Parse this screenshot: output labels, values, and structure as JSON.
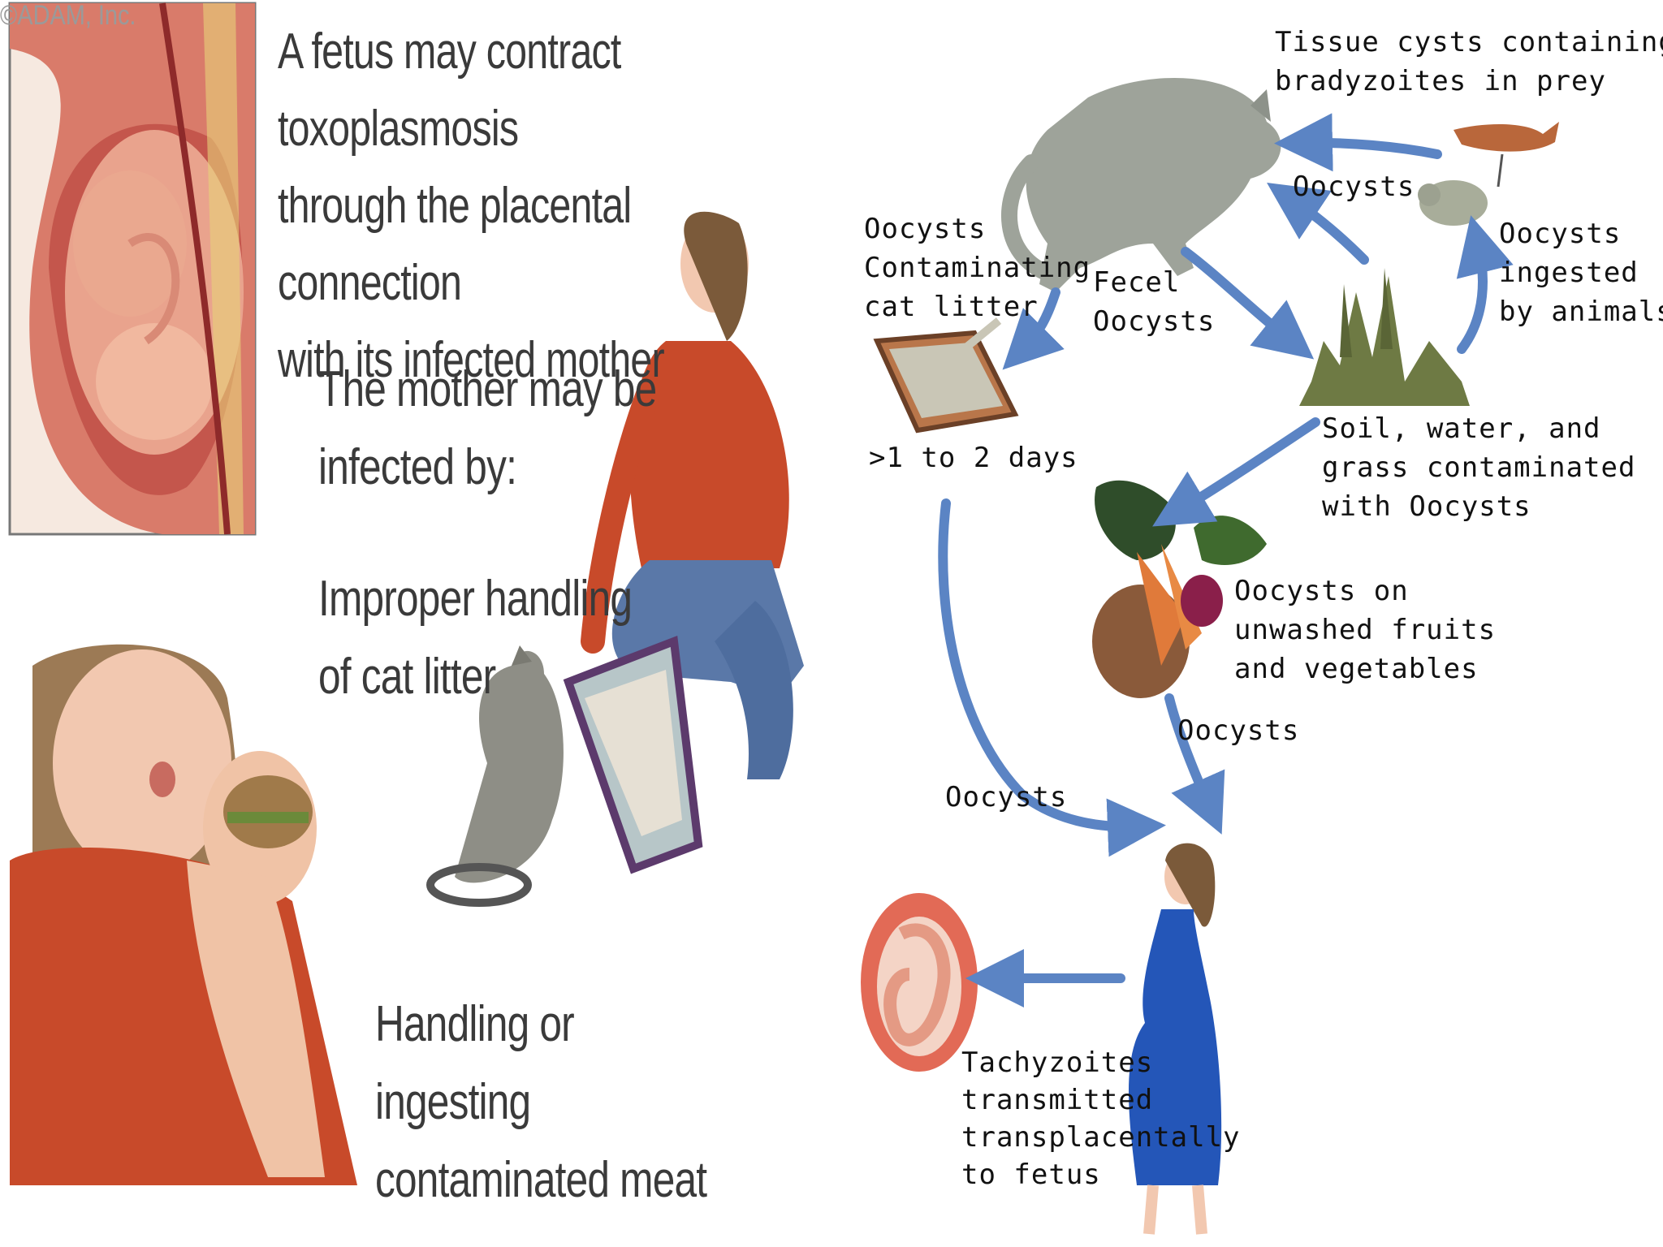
{
  "left_panel": {
    "headline_lines": [
      "A fetus may contract toxoplasmosis",
      "through the placental connection",
      "with its infected mother"
    ],
    "infected_by_lines": [
      "The mother may be",
      "infected by:"
    ],
    "cat_litter_lines": [
      "Improper handling",
      "of cat litter"
    ],
    "meat_lines": [
      "Handling or ingesting",
      "contaminated meat"
    ],
    "credit": "©ADAM, Inc."
  },
  "life_cycle": {
    "tissue_cysts": [
      "Tissue cysts containing",
      "bradyzoites in prey"
    ],
    "oocysts_top": "Oocysts",
    "oocysts_ingested": [
      "Oocysts",
      "ingested",
      "by animals"
    ],
    "oocysts_litter": [
      "Oocysts",
      "Contaminating",
      "cat litter"
    ],
    "fecel_oocysts": [
      "Fecel",
      "Oocysts"
    ],
    "days": ">1 to 2 days",
    "soil": [
      "Soil, water, and",
      "grass contaminated",
      "with Oocysts"
    ],
    "fruits": [
      "Oocysts on",
      "unwashed fruits",
      "and vegetables"
    ],
    "oocysts_veg": "Oocysts",
    "oocysts_left": "Oocysts",
    "tachyzoites": [
      "Tachyzoites",
      "transmitted",
      "transplacentally",
      "to fetus"
    ]
  },
  "colors": {
    "arrow": "#5b84c4",
    "uterus": "#e26a56",
    "skin": "#f2c8b0",
    "shirt": "#c84a2a",
    "jeans": "#5a78a8",
    "dress": "#2456b8",
    "cat_gray": "#9ea39a"
  }
}
